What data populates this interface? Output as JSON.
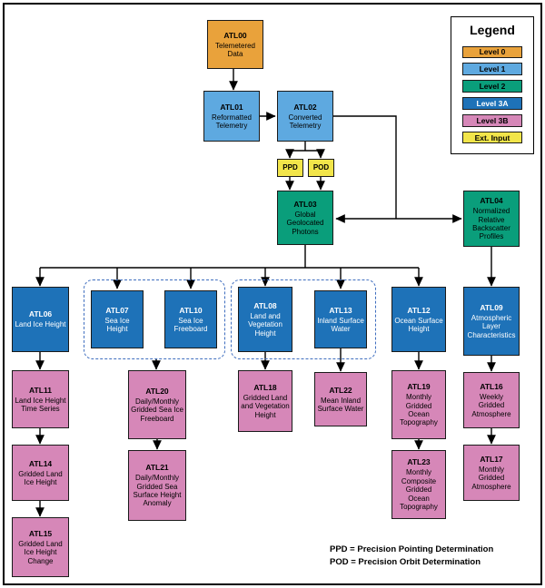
{
  "colors": {
    "level0": "#E9A23B",
    "level1": "#5EA9E0",
    "level2": "#0A9E7B",
    "level3a": "#1E72B8",
    "level3b": "#D687B8",
    "ext": "#F2E54A"
  },
  "legend": {
    "title": "Legend",
    "items": [
      {
        "label": "Level 0",
        "color": "#E9A23B"
      },
      {
        "label": "Level 1",
        "color": "#5EA9E0"
      },
      {
        "label": "Level 2",
        "color": "#0A9E7B"
      },
      {
        "label": "Level 3A",
        "color": "#1E72B8"
      },
      {
        "label": "Level 3B",
        "color": "#D687B8"
      },
      {
        "label": "Ext. Input",
        "color": "#F2E54A"
      }
    ]
  },
  "nodes": {
    "atl00": {
      "id": "ATL00",
      "label": "Telemetered Data"
    },
    "atl01": {
      "id": "ATL01",
      "label": "Reformatted Telemetry"
    },
    "atl02": {
      "id": "ATL02",
      "label": "Converted Telemetry"
    },
    "ppd": {
      "id": "PPD"
    },
    "pod": {
      "id": "POD"
    },
    "atl03": {
      "id": "ATL03",
      "label": "Global Geolocated Photons"
    },
    "atl04": {
      "id": "ATL04",
      "label": "Normalized Relative Backscatter Profiles"
    },
    "atl06": {
      "id": "ATL06",
      "label": "Land Ice Height"
    },
    "atl07": {
      "id": "ATL07",
      "label": "Sea Ice Height"
    },
    "atl10": {
      "id": "ATL10",
      "label": "Sea Ice Freeboard"
    },
    "atl08": {
      "id": "ATL08",
      "label": "Land and Vegetation Height"
    },
    "atl13": {
      "id": "ATL13",
      "label": "Inland Surface Water"
    },
    "atl12": {
      "id": "ATL12",
      "label": "Ocean Surface Height"
    },
    "atl09": {
      "id": "ATL09",
      "label": "Atmospheric Layer Characteristics"
    },
    "atl11": {
      "id": "ATL11",
      "label": "Land Ice Height Time Series"
    },
    "atl20": {
      "id": "ATL20",
      "label": "Daily/Monthly Gridded Sea Ice Freeboard"
    },
    "atl18": {
      "id": "ATL18",
      "label": "Gridded Land and Vegetation Height"
    },
    "atl22": {
      "id": "ATL22",
      "label": "Mean Inland Surface Water"
    },
    "atl19": {
      "id": "ATL19",
      "label": "Monthly Gridded Ocean Topography"
    },
    "atl16": {
      "id": "ATL16",
      "label": "Weekly Gridded Atmosphere"
    },
    "atl14": {
      "id": "ATL14",
      "label": "Gridded Land Ice Height"
    },
    "atl21": {
      "id": "ATL21",
      "label": "Daily/Monthly Gridded Sea Surface Height Anomaly"
    },
    "atl23": {
      "id": "ATL23",
      "label": "Monthly Composite Gridded Ocean Topography"
    },
    "atl17": {
      "id": "ATL17",
      "label": "Monthly Gridded Atmosphere"
    },
    "atl15": {
      "id": "ATL15",
      "label": "Gridded Land Ice Height Change"
    }
  },
  "footnotes": {
    "ppd": "PPD = Precision Pointing Determination",
    "pod": "POD = Precision Orbit Determination"
  }
}
